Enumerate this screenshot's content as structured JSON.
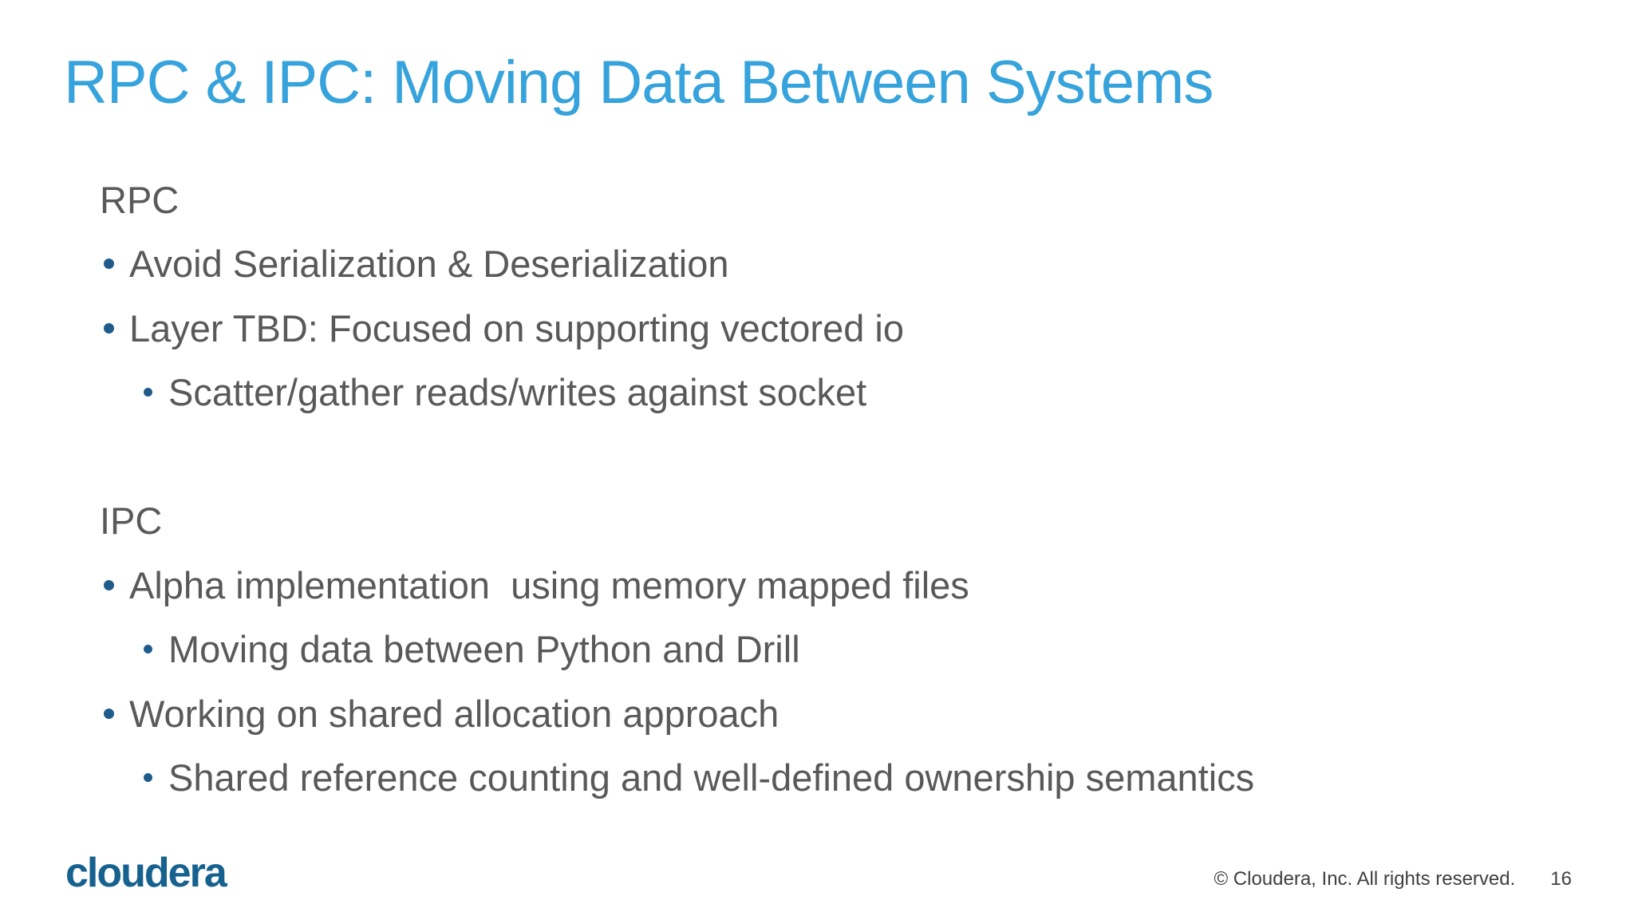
{
  "slide": {
    "title": "RPC & IPC: Moving Data Between Systems",
    "sections": [
      {
        "heading": "RPC"
      },
      {
        "heading": "IPC"
      }
    ],
    "lines": [
      {
        "level": 0,
        "text": "RPC"
      },
      {
        "level": 1,
        "text": "Avoid Serialization & Deserialization"
      },
      {
        "level": 1,
        "text": "Layer TBD: Focused on supporting vectored io"
      },
      {
        "level": 2,
        "text": "Scatter/gather reads/writes against socket"
      },
      {
        "level": 0,
        "text": "IPC"
      },
      {
        "level": 1,
        "text": "Alpha implementation  using memory mapped files"
      },
      {
        "level": 2,
        "text": "Moving data between Python and Drill"
      },
      {
        "level": 1,
        "text": "Working on shared allocation approach"
      },
      {
        "level": 2,
        "text": "Shared reference counting and well-defined ownership semantics"
      }
    ]
  },
  "footer": {
    "logo_text": "cloudera",
    "copyright": "© Cloudera, Inc. All rights reserved.",
    "page_number": "16"
  },
  "colors": {
    "title_blue": "#36a3dc",
    "body_gray": "#595959",
    "bullet_blue": "#1f5c8b",
    "logo_blue": "#17618f",
    "footer_gray": "#3f3f3f",
    "background": "#ffffff"
  }
}
